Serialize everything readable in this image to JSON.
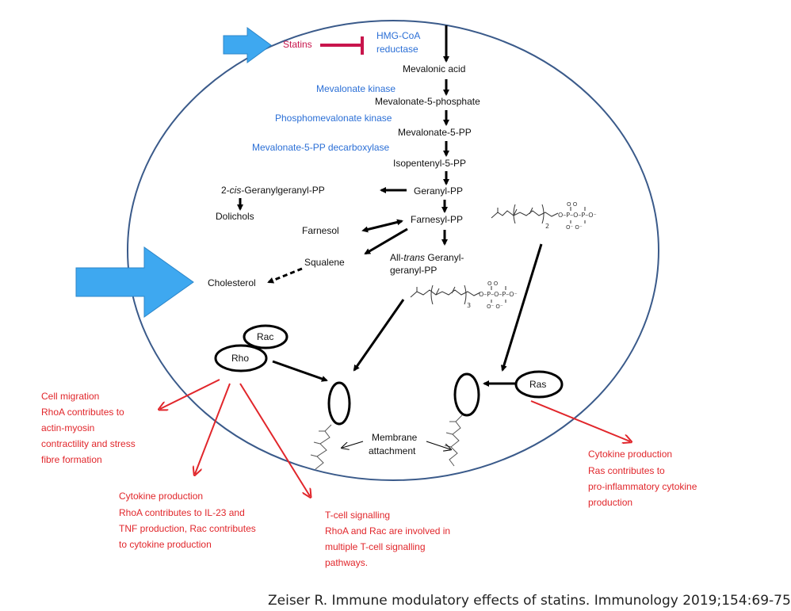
{
  "inhibitor": {
    "statins": "Statins",
    "enzyme_line1": "HMG-CoA",
    "enzyme_line2": "reductase"
  },
  "pathway": {
    "mevalonic_acid": "Mevalonic acid",
    "mevalonate_kinase": "Mevalonate kinase",
    "mevalonate_5_phosphate": "Mevalonate-5-phosphate",
    "phosphomevalonate_kinase": "Phosphomevalonate kinase",
    "mevalonate_5_pp": "Mevalonate-5-PP",
    "mevalonate_5_pp_decarboxylase": "Mevalonate-5-PP decarboxylase",
    "isopentenyl_5_pp": "Isopentenyl-5-PP",
    "geranyl_pp": "Geranyl-PP",
    "cis_ggpp_prefix": "2-",
    "cis_ggpp_cis": "cis",
    "cis_ggpp_suffix": "-Geranylgeranyl-PP",
    "dolichols": "Dolichols",
    "farnesyl_pp": "Farnesyl-PP",
    "farnesol": "Farnesol",
    "squalene": "Squalene",
    "cholesterol": "Cholesterol",
    "all_trans_prefix": "All-",
    "all_trans_italic": "trans",
    "all_trans_suffix": " Geranyl-",
    "all_trans_line2": "geranyl-PP"
  },
  "proteins": {
    "rac": "Rac",
    "rho": "Rho",
    "ras": "Ras"
  },
  "membrane": {
    "line1": "Membrane",
    "line2": "attachment"
  },
  "effects": {
    "cell_migration": [
      "Cell migration",
      "RhoA contributes to",
      "actin-myosin",
      "contractility and stress",
      "fibre formation"
    ],
    "rho_cytokine": [
      "Cytokine production",
      "RhoA contributes to IL-23 and",
      "TNF production, Rac contributes",
      "to cytokine production"
    ],
    "t_cell": [
      "T-cell signalling",
      "RhoA and Rac are involved in",
      "multiple T-cell signalling",
      "pathways."
    ],
    "ras_cytokine": [
      "Cytokine production",
      "Ras contributes to",
      "pro-inflammatory cytokine",
      "production"
    ]
  },
  "citation": "Zeiser R. Immune modulatory effects of statins. Immunology 2019;154:69-75",
  "colors": {
    "cell_outline": "#3a5a8a",
    "enzyme_text": "#2b6fd6",
    "effect_red": "#e1262b",
    "statin_crimson": "#c8154c",
    "highlight_arrow": "#3ea8f0"
  }
}
